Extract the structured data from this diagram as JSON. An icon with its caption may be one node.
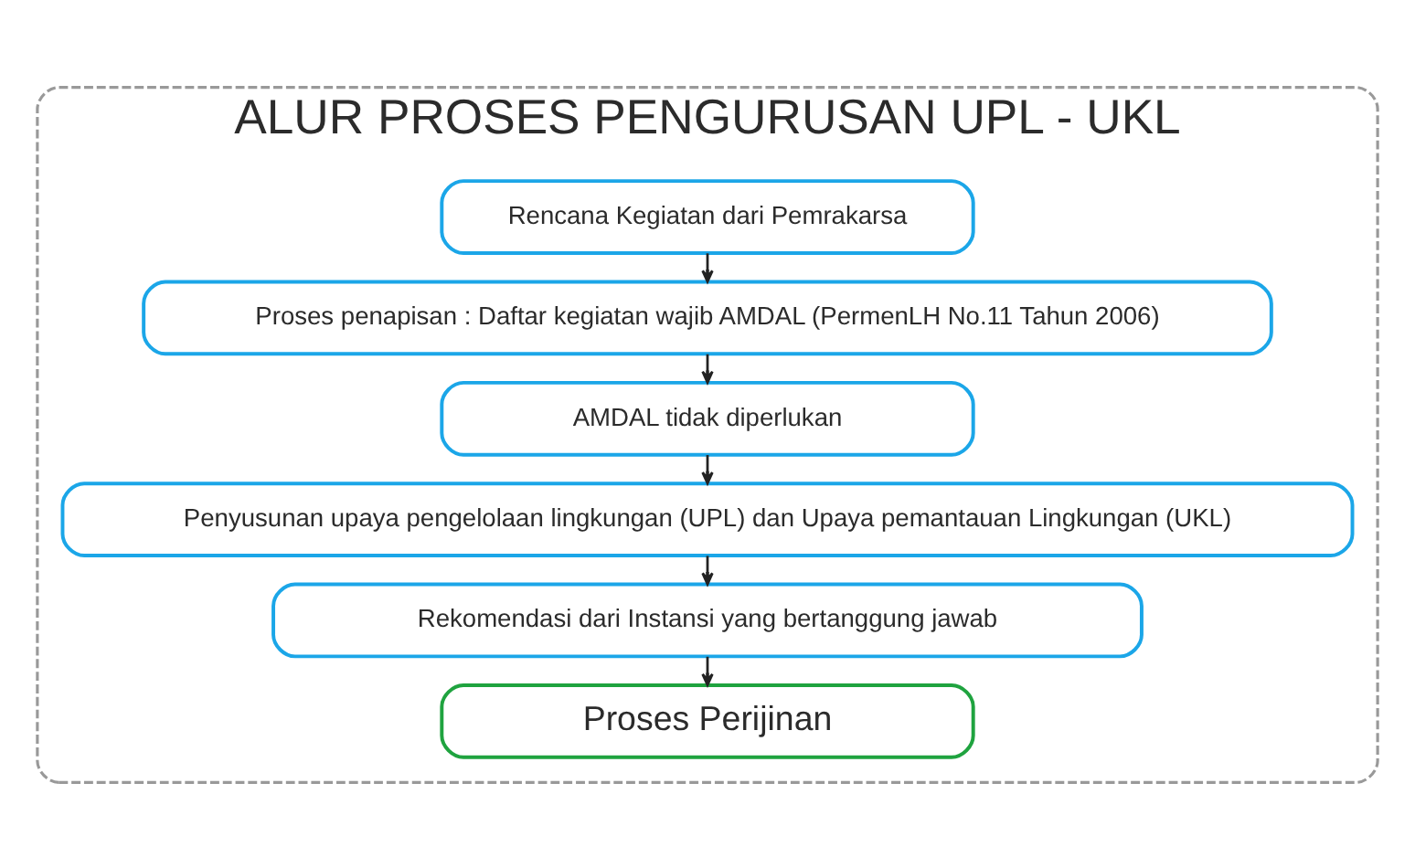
{
  "diagram": {
    "nodes": [
      {
        "text": [
          "ALUR PROSES PENGURUSAN UPL - UKL"
        ]
      },
      {
        "text": [
          "Rencana Kegiatan dari Pemrakarsa"
        ],
        "in": 0
      },
      {
        "text": [
          "Proses penapisan : Daftar kegiatan wajib AMDAL (PermenLH No.11 Tahun 2006)"
        ],
        "in": 0
      },
      {
        "text": [
          "AMDAL tidak diperlukan"
        ],
        "in": 0
      },
      {
        "text": [
          "Penyusunan upaya pengelolaan lingkungan (UPL) dan Upaya pemantauan Lingkungan (UKL)"
        ],
        "in": 0
      },
      {
        "text": [
          "Rekomendasi dari Instansi yang bertanggung jawab"
        ],
        "in": 0
      },
      {
        "text": [
          "Proses Perijinan"
        ],
        "in": 0
      }
    ],
    "edges": [
      {
        "from": 1,
        "to": 2,
        "arrow": "to"
      },
      {
        "from": 2,
        "to": 3,
        "arrow": "to"
      },
      {
        "from": 3,
        "to": 4,
        "arrow": "to"
      },
      {
        "from": 4,
        "to": 5,
        "arrow": "to"
      },
      {
        "from": 5,
        "to": 6,
        "arrow": "to"
      }
    ]
  }
}
